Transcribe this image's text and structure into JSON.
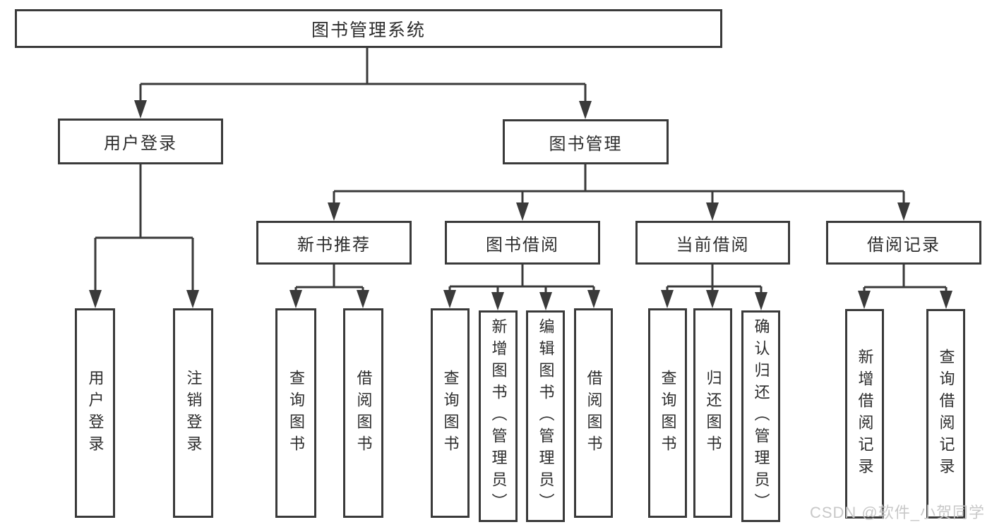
{
  "colors": {
    "line": "#3a3a3a",
    "box_border": "#3a3a3a",
    "box_fill": "#ffffff",
    "text": "#2d2d2d",
    "watermark_text": "#c6c6c6"
  },
  "tree": {
    "label": "图书管理系统",
    "children": [
      {
        "label": "用户登录",
        "children": [
          {
            "label": "用户登录"
          },
          {
            "label": "注销登录"
          }
        ]
      },
      {
        "label": "图书管理",
        "children": [
          {
            "label": "新书推荐",
            "children": [
              {
                "label": "查询图书"
              },
              {
                "label": "借阅图书"
              }
            ]
          },
          {
            "label": "图书借阅",
            "children": [
              {
                "label": "查询图书"
              },
              {
                "label": "新增图书（管理员）"
              },
              {
                "label": "编辑图书（管理员）"
              },
              {
                "label": "借阅图书"
              }
            ]
          },
          {
            "label": "当前借阅",
            "children": [
              {
                "label": "查询图书"
              },
              {
                "label": "归还图书"
              },
              {
                "label": "确认归还（管理员）"
              }
            ]
          },
          {
            "label": "借阅记录",
            "children": [
              {
                "label": "新增借阅记录"
              },
              {
                "label": "查询借阅记录"
              }
            ]
          }
        ]
      }
    ]
  },
  "watermark": {
    "text": "CSDN @软件_小贺同学"
  }
}
